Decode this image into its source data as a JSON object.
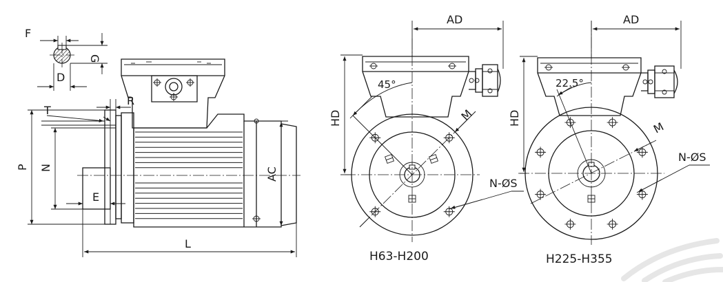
{
  "views": {
    "side": {
      "labels": {
        "F": "F",
        "G": "G",
        "D": "D",
        "T": "T",
        "R": "R",
        "P": "P",
        "N": "N",
        "E": "E",
        "AC": "AC",
        "L": "L"
      }
    },
    "front_small": {
      "labels": {
        "AD": "AD",
        "HD": "HD",
        "M": "M",
        "NS": "N-ØS",
        "angle": "45°"
      },
      "caption": "H63-H200"
    },
    "front_large": {
      "labels": {
        "AD": "AD",
        "HD": "HD",
        "M": "M",
        "NS": "N-ØS",
        "angle": "22.5°"
      },
      "caption": "H225-H355"
    }
  },
  "colors": {
    "line": "#1a1a1a",
    "background": "#ffffff",
    "watermark": "#e6e6e6"
  }
}
